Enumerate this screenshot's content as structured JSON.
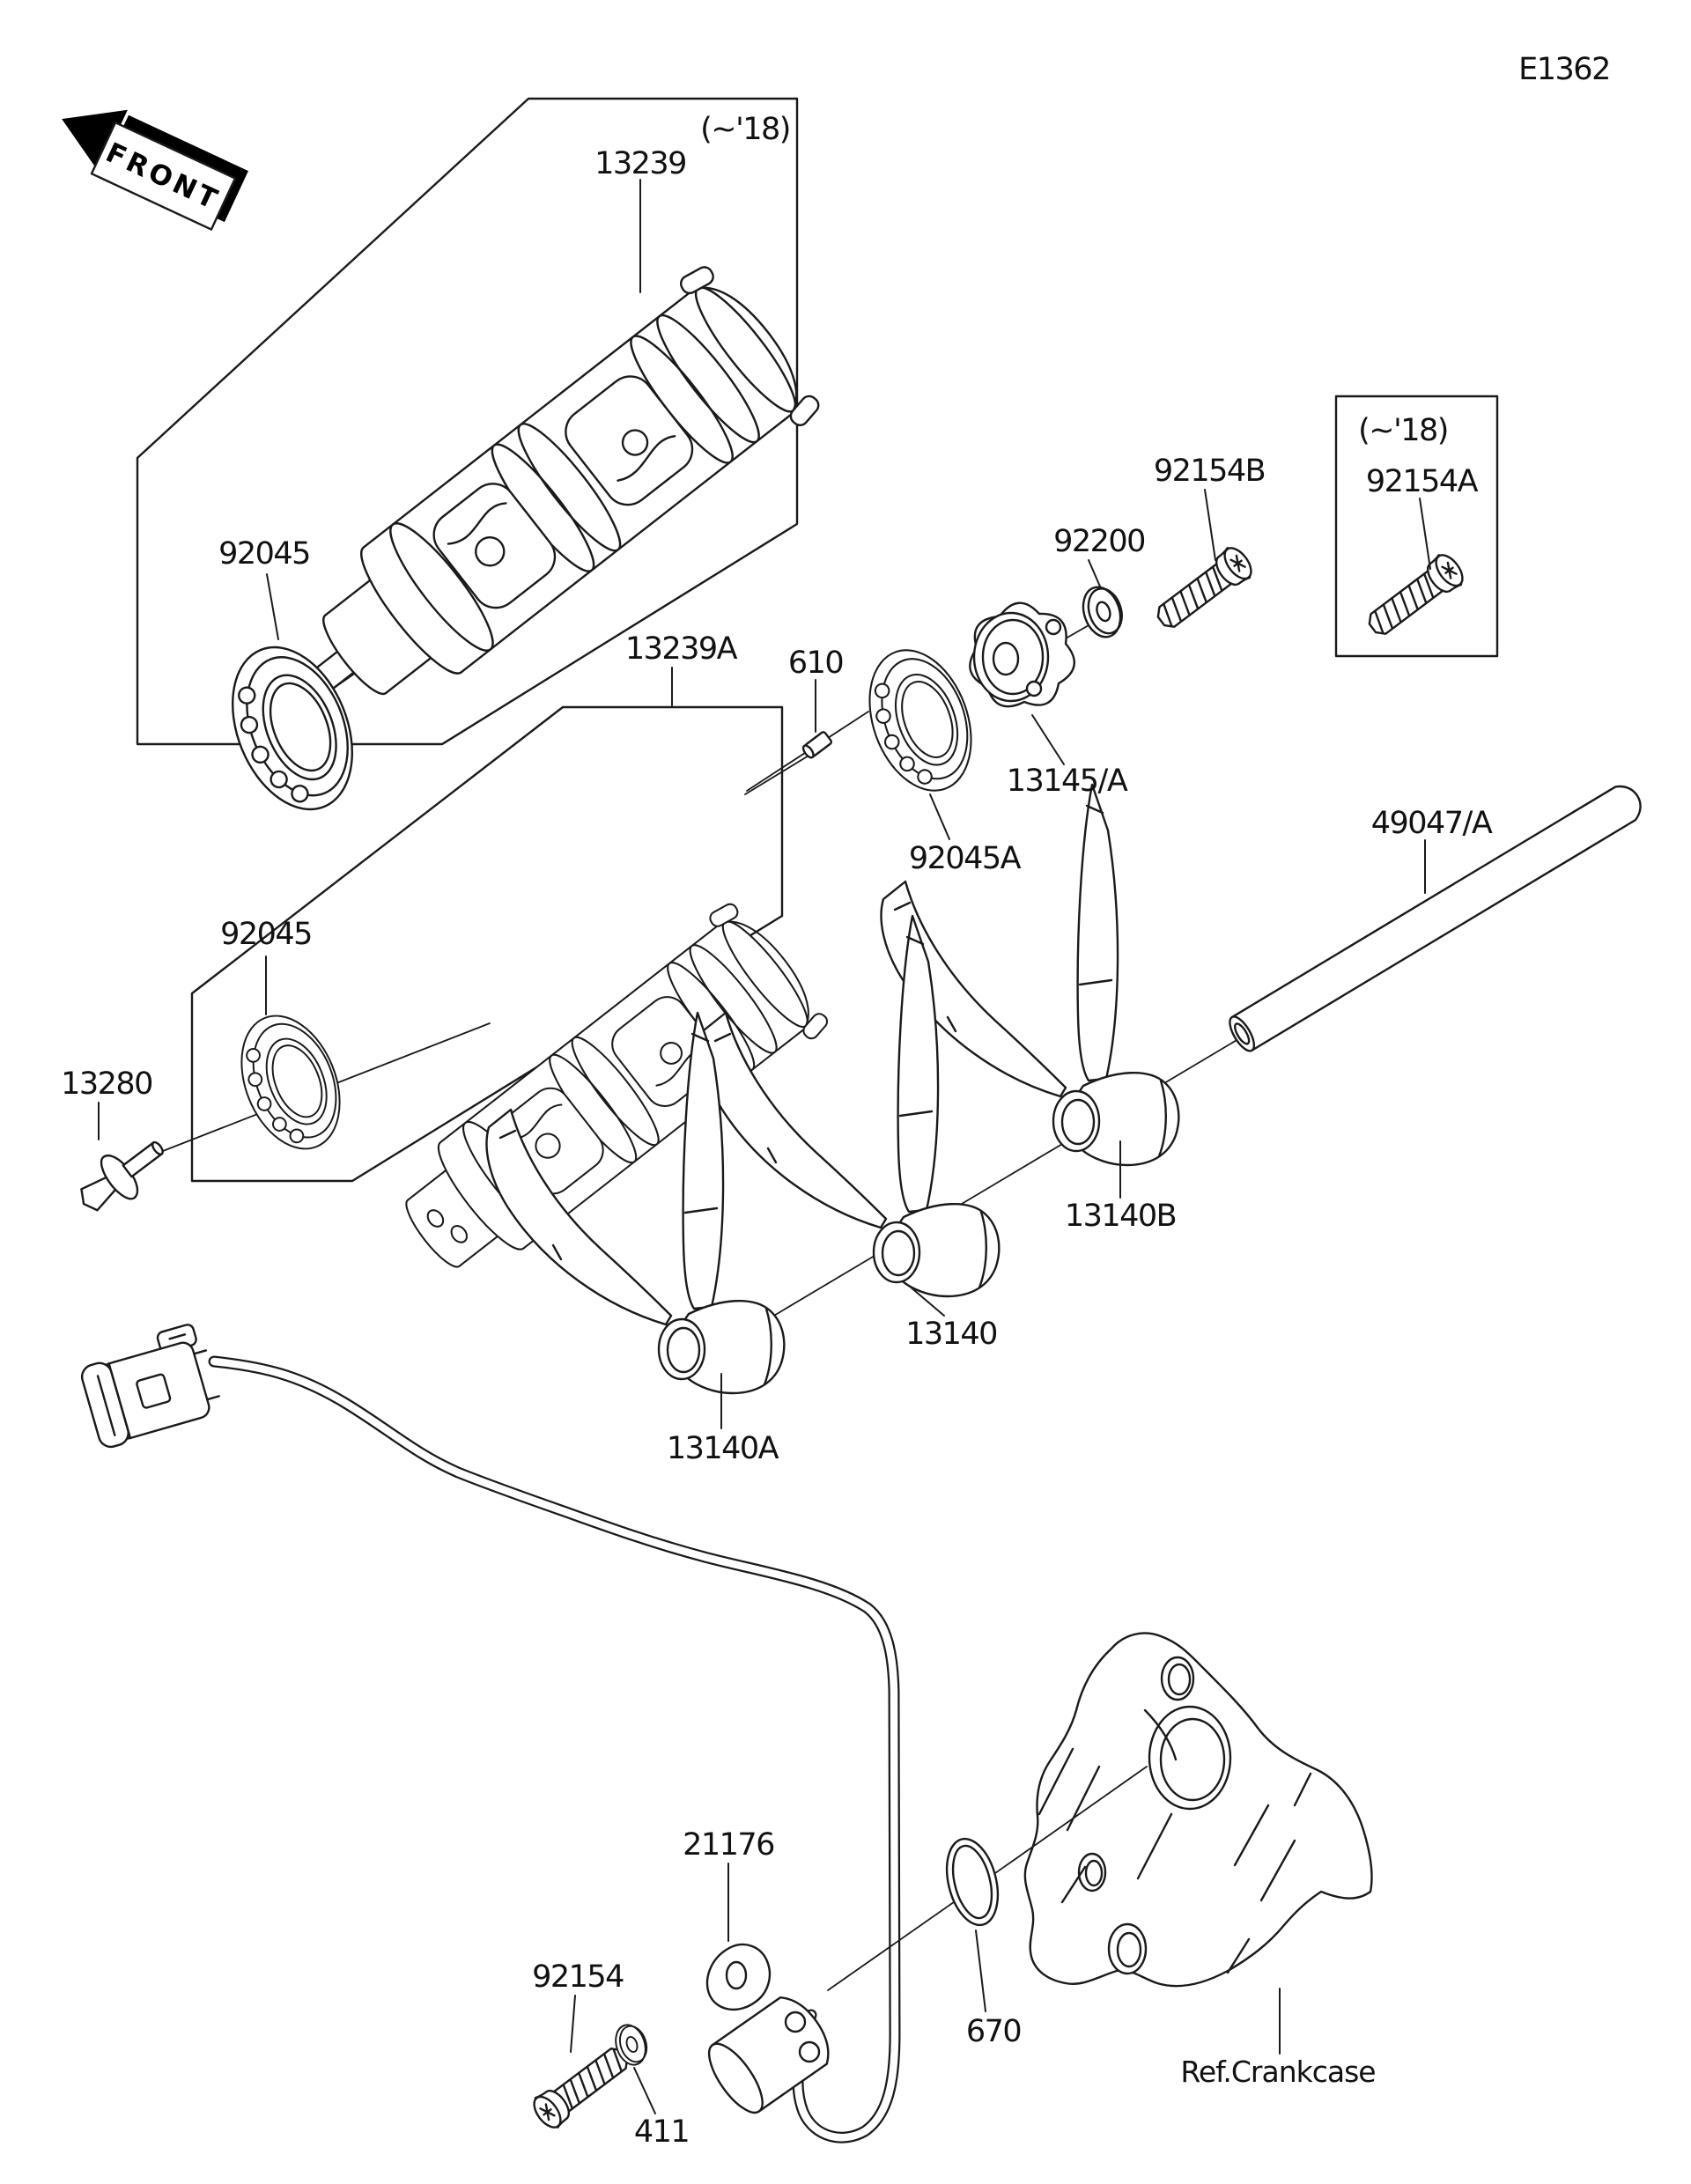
{
  "sheet": {
    "code": "E1362",
    "orientation_marker": "FRONT",
    "reference": "Ref.Crankcase"
  },
  "labels": {
    "sheet_code": "E1362",
    "front": "FRONT",
    "note_box1": "(~'18)",
    "p13239": "13239",
    "p92045_top": "92045",
    "p13239A": "13239A",
    "p610": "610",
    "p92045_mid": "92045",
    "p92045A": "92045A",
    "p13145A": "13145/A",
    "p92200": "92200",
    "p92154B": "92154B",
    "note_box3": "(~'18)",
    "p92154A": "92154A",
    "p49047A": "49047/A",
    "p13280": "13280",
    "p13140B": "13140B",
    "p13140": "13140",
    "p13140A": "13140A",
    "p21176": "21176",
    "p92154": "92154",
    "p411": "411",
    "p670": "670",
    "ref_crankcase": "Ref.Crankcase"
  }
}
